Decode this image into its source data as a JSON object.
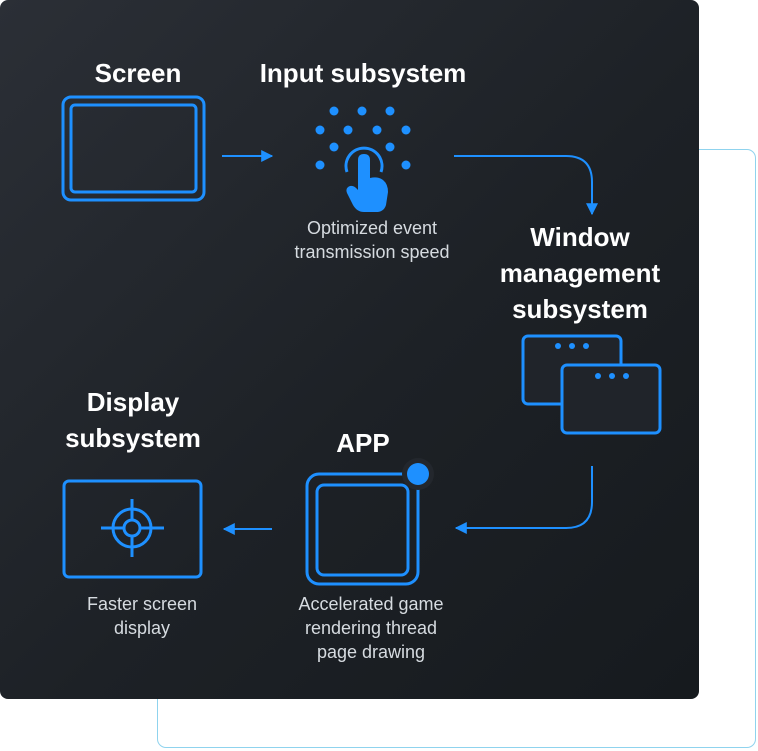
{
  "colors": {
    "accent": "#1e90ff",
    "panel": "#23272d",
    "outline": "#8fd3ee",
    "title": "#ffffff",
    "caption": "#d6dbe0"
  },
  "nodes": {
    "screen": {
      "title": "Screen",
      "icon": "monitor-icon"
    },
    "input": {
      "title": "Input subsystem",
      "icon": "touch-tap-icon",
      "caption": "Optimized event\ntransmission speed"
    },
    "window": {
      "title": "Window\nmanagement\nsubsystem",
      "icon": "stacked-windows-icon"
    },
    "app": {
      "title": "APP",
      "icon": "app-badge-icon",
      "caption": "Accelerated game\nrendering thread\npage drawing"
    },
    "display": {
      "title": "Display\nsubsystem",
      "icon": "crosshair-screen-icon",
      "caption": "Faster screen\ndisplay"
    }
  }
}
